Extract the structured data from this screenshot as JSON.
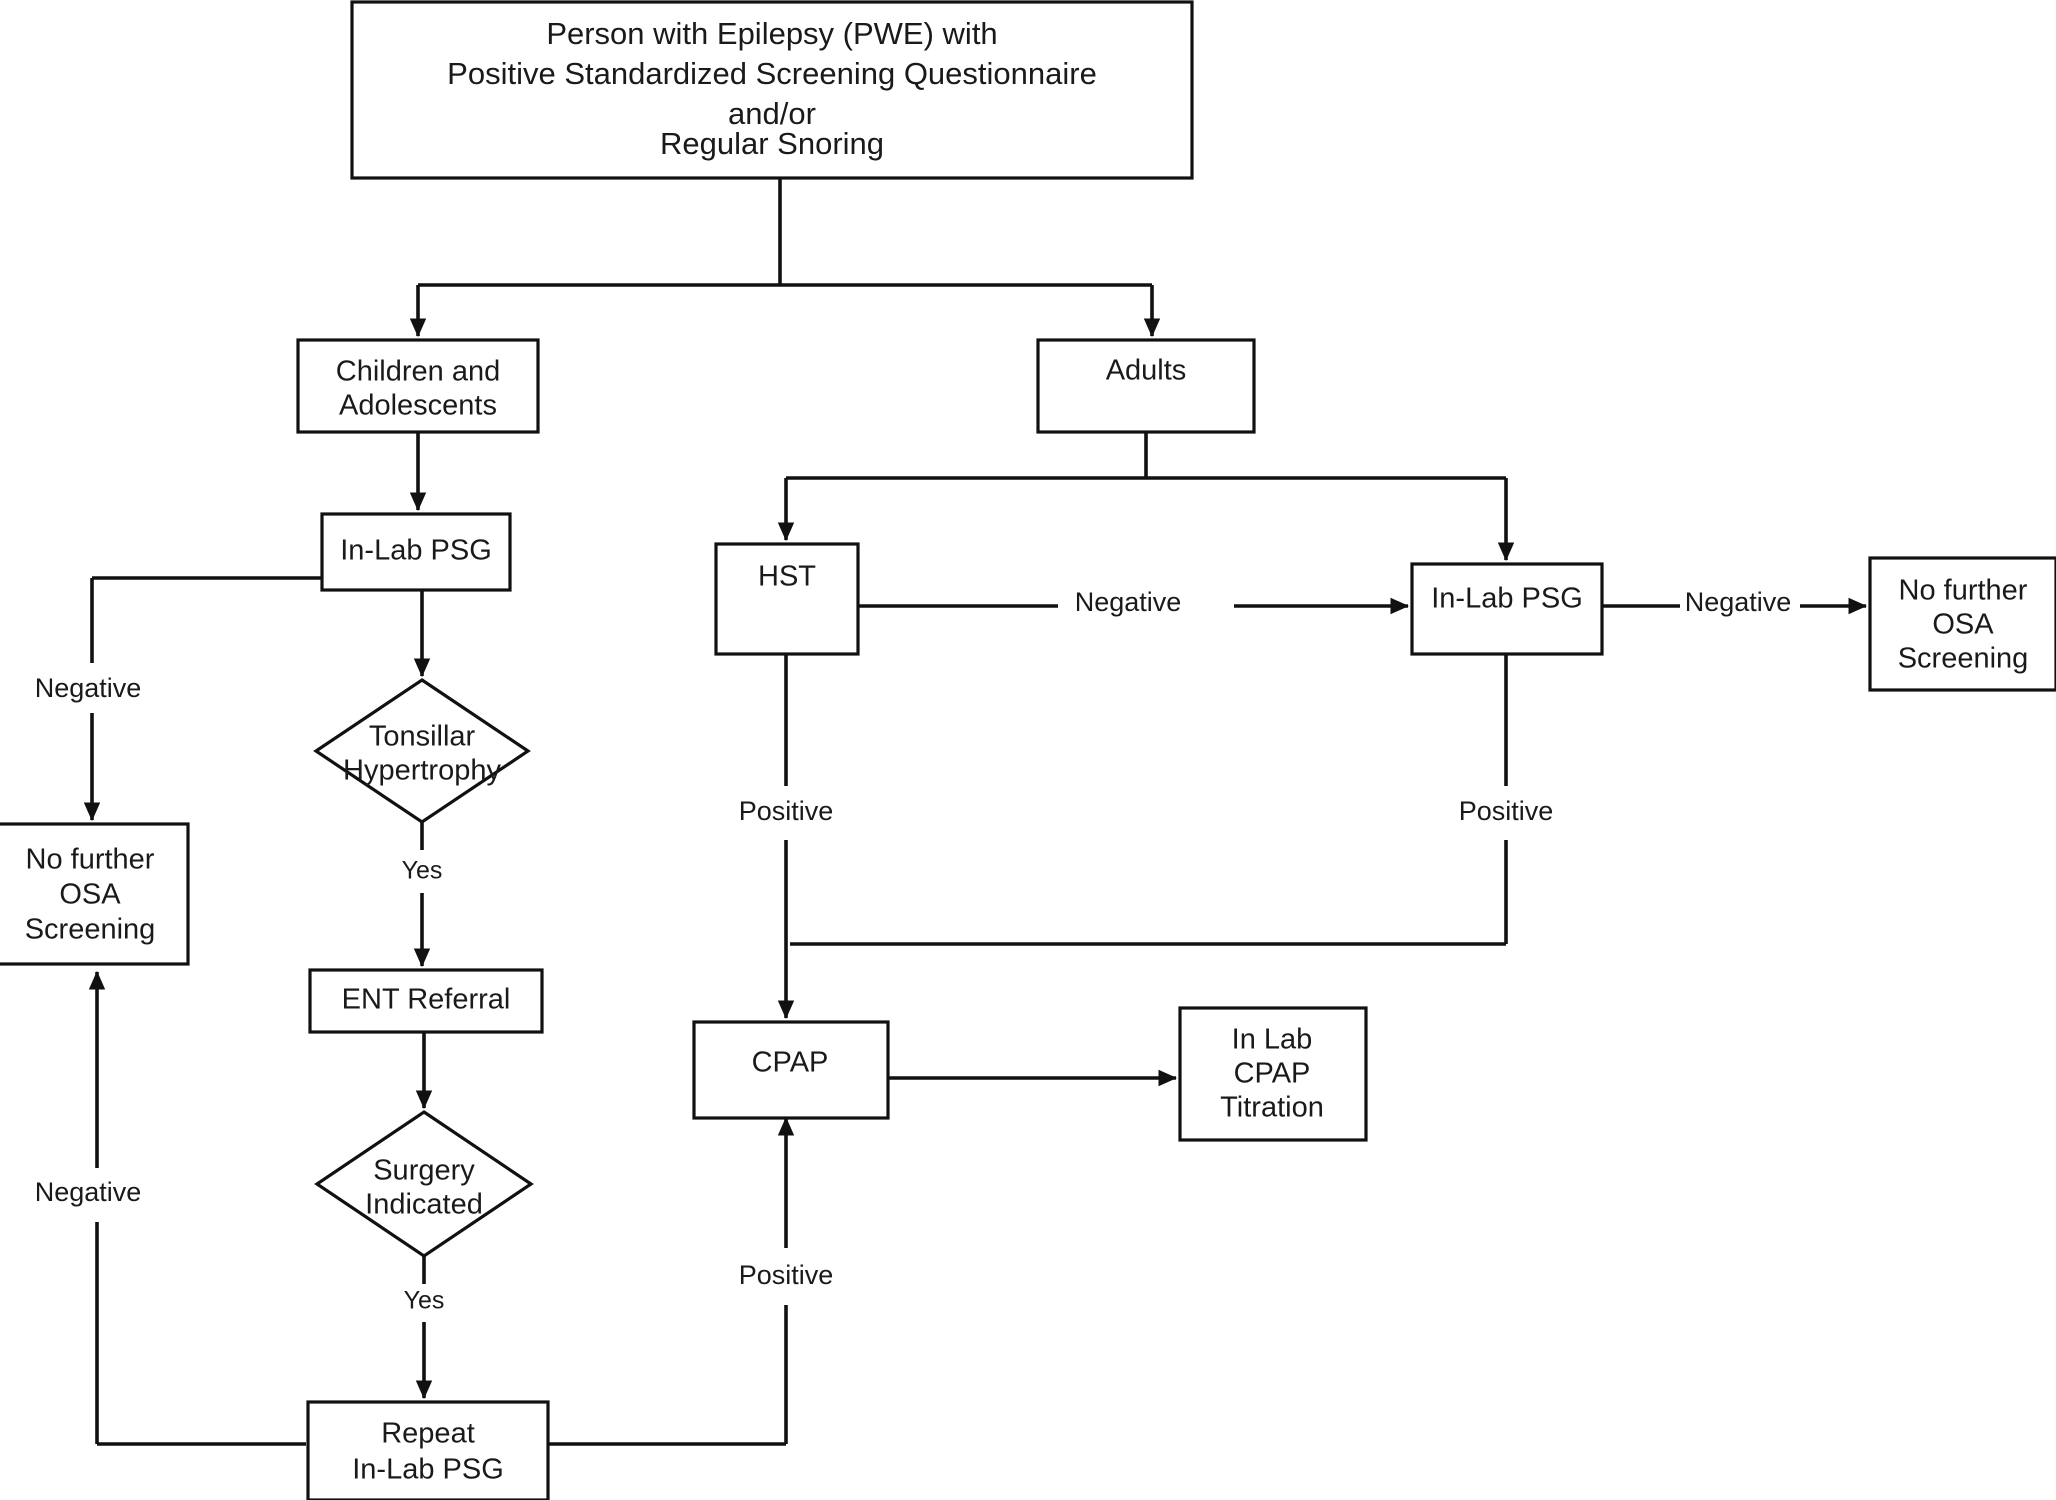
{
  "diagram": {
    "title": "OSA Screening Algorithm for Persons with Epilepsy",
    "line_color": "#111111",
    "text_color": "#1a1a1a",
    "background": "#ffffff"
  },
  "nodes": {
    "start": {
      "shape": "rectangle",
      "lines": [
        "Person with Epilepsy (PWE) with",
        "Positive Standardized Screening Questionnaire",
        "and/or",
        "Regular Snoring"
      ]
    },
    "children": {
      "shape": "rectangle",
      "lines": [
        "Children and",
        "Adolescents"
      ]
    },
    "adults": {
      "shape": "rectangle",
      "lines": [
        "Adults"
      ]
    },
    "peds_psg": {
      "shape": "rectangle",
      "lines": [
        "In-Lab PSG"
      ]
    },
    "tonsillar": {
      "shape": "diamond",
      "lines": [
        "Tonsillar",
        "Hypertrophy"
      ]
    },
    "ent_referral": {
      "shape": "rectangle",
      "lines": [
        "ENT Referral"
      ]
    },
    "surgery": {
      "shape": "diamond",
      "lines": [
        "Surgery",
        "Indicated"
      ]
    },
    "repeat_psg": {
      "shape": "rectangle",
      "lines": [
        "Repeat",
        "In-Lab PSG"
      ]
    },
    "no_further_left": {
      "shape": "rectangle",
      "lines": [
        "No further",
        "OSA",
        "Screening"
      ]
    },
    "hst": {
      "shape": "rectangle",
      "lines": [
        "HST"
      ]
    },
    "adult_psg": {
      "shape": "rectangle",
      "lines": [
        "In-Lab PSG"
      ]
    },
    "no_further_right": {
      "shape": "rectangle",
      "lines": [
        "No further",
        "OSA",
        "Screening"
      ]
    },
    "cpap": {
      "shape": "rectangle",
      "lines": [
        "CPAP"
      ]
    },
    "cpap_titration": {
      "shape": "rectangle",
      "lines": [
        "In Lab",
        "CPAP",
        "Titration"
      ]
    }
  },
  "edge_labels": {
    "peds_psg_negative": "Negative",
    "tonsillar_yes": "Yes",
    "surgery_yes": "Yes",
    "repeat_psg_negative": "Negative",
    "hst_negative": "Negative",
    "adult_psg_negative": "Negative",
    "hst_positive": "Positive",
    "adult_psg_positive": "Positive",
    "repeat_psg_positive": "Positive"
  }
}
